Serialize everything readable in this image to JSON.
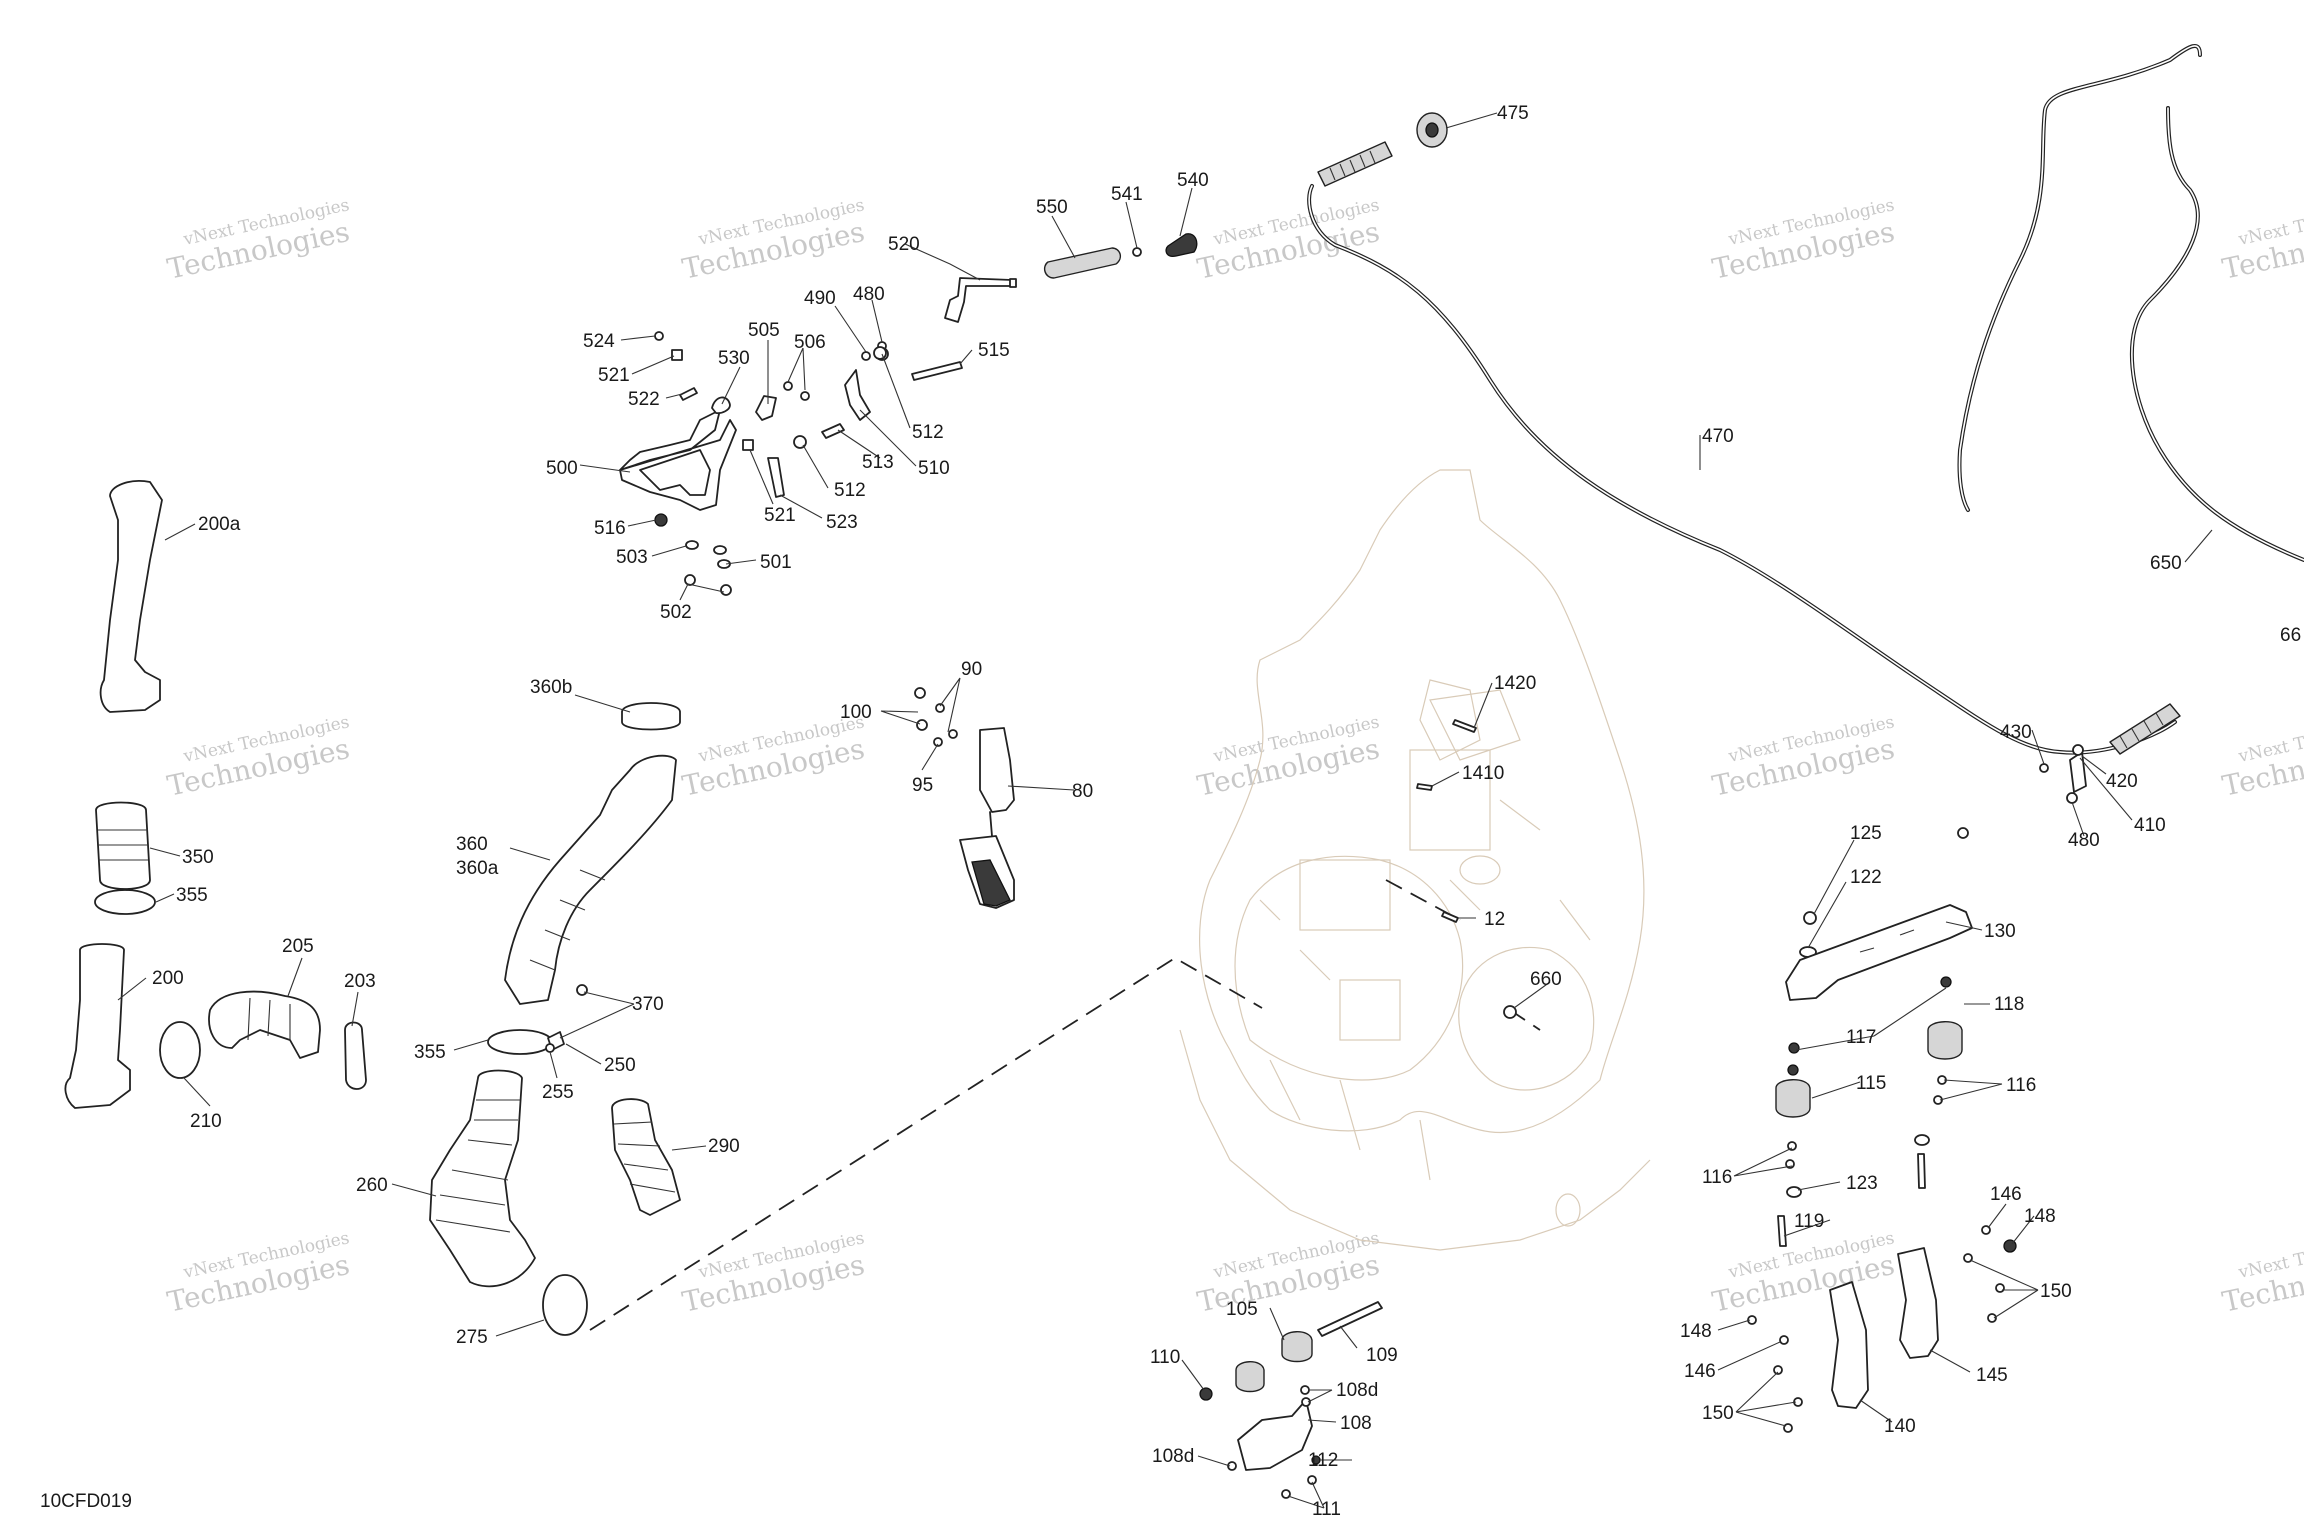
{
  "diagram": {
    "code": "10CFD019",
    "watermark": {
      "line1": "vNext Technologies",
      "line2": "Technologies"
    },
    "callouts": [
      {
        "id": "c475",
        "text": "475"
      },
      {
        "id": "c541",
        "text": "541"
      },
      {
        "id": "c540",
        "text": "540"
      },
      {
        "id": "c550",
        "text": "550"
      },
      {
        "id": "c520",
        "text": "520"
      },
      {
        "id": "c490",
        "text": "490"
      },
      {
        "id": "c480a",
        "text": "480"
      },
      {
        "id": "c524",
        "text": "524"
      },
      {
        "id": "c505",
        "text": "505"
      },
      {
        "id": "c506",
        "text": "506"
      },
      {
        "id": "c515",
        "text": "515"
      },
      {
        "id": "c521a",
        "text": "521"
      },
      {
        "id": "c530",
        "text": "530"
      },
      {
        "id": "c522",
        "text": "522"
      },
      {
        "id": "c512a",
        "text": "512"
      },
      {
        "id": "c513",
        "text": "513"
      },
      {
        "id": "c510",
        "text": "510"
      },
      {
        "id": "c500",
        "text": "500"
      },
      {
        "id": "c512b",
        "text": "512"
      },
      {
        "id": "c521b",
        "text": "521"
      },
      {
        "id": "c523",
        "text": "523"
      },
      {
        "id": "c516",
        "text": "516"
      },
      {
        "id": "c503",
        "text": "503"
      },
      {
        "id": "c501",
        "text": "501"
      },
      {
        "id": "c502",
        "text": "502"
      },
      {
        "id": "c470",
        "text": "470"
      },
      {
        "id": "c650",
        "text": "650"
      },
      {
        "id": "c66",
        "text": "66"
      },
      {
        "id": "c200a",
        "text": "200a"
      },
      {
        "id": "c360b",
        "text": "360b"
      },
      {
        "id": "c90",
        "text": "90"
      },
      {
        "id": "c100",
        "text": "100"
      },
      {
        "id": "c95",
        "text": "95"
      },
      {
        "id": "c80",
        "text": "80"
      },
      {
        "id": "c1420",
        "text": "1420"
      },
      {
        "id": "c1410",
        "text": "1410"
      },
      {
        "id": "c430",
        "text": "430"
      },
      {
        "id": "c420",
        "text": "420"
      },
      {
        "id": "c410",
        "text": "410"
      },
      {
        "id": "c480b",
        "text": "480"
      },
      {
        "id": "c350",
        "text": "350"
      },
      {
        "id": "c355a",
        "text": "355"
      },
      {
        "id": "c360",
        "text": "360"
      },
      {
        "id": "c360a",
        "text": "360a"
      },
      {
        "id": "c125",
        "text": "125"
      },
      {
        "id": "c122",
        "text": "122"
      },
      {
        "id": "c130",
        "text": "130"
      },
      {
        "id": "c12",
        "text": "12"
      },
      {
        "id": "c205",
        "text": "205"
      },
      {
        "id": "c203",
        "text": "203"
      },
      {
        "id": "c200",
        "text": "200"
      },
      {
        "id": "c660",
        "text": "660"
      },
      {
        "id": "c118",
        "text": "118"
      },
      {
        "id": "c370",
        "text": "370"
      },
      {
        "id": "c355b",
        "text": "355"
      },
      {
        "id": "c250",
        "text": "250"
      },
      {
        "id": "c117",
        "text": "117"
      },
      {
        "id": "c255",
        "text": "255"
      },
      {
        "id": "c115",
        "text": "115"
      },
      {
        "id": "c116a",
        "text": "116"
      },
      {
        "id": "c210",
        "text": "210"
      },
      {
        "id": "c290",
        "text": "290"
      },
      {
        "id": "c116b",
        "text": "116"
      },
      {
        "id": "c123",
        "text": "123"
      },
      {
        "id": "c260",
        "text": "260"
      },
      {
        "id": "c146a",
        "text": "146"
      },
      {
        "id": "c119",
        "text": "119"
      },
      {
        "id": "c148a",
        "text": "148"
      },
      {
        "id": "c150a",
        "text": "150"
      },
      {
        "id": "c105",
        "text": "105"
      },
      {
        "id": "c275",
        "text": "275"
      },
      {
        "id": "c110",
        "text": "110"
      },
      {
        "id": "c109",
        "text": "109"
      },
      {
        "id": "c148b",
        "text": "148"
      },
      {
        "id": "c146b",
        "text": "146"
      },
      {
        "id": "c145",
        "text": "145"
      },
      {
        "id": "c108d_a",
        "text": "108d"
      },
      {
        "id": "c150b",
        "text": "150"
      },
      {
        "id": "c108",
        "text": "108"
      },
      {
        "id": "c140",
        "text": "140"
      },
      {
        "id": "c108d_b",
        "text": "108d"
      },
      {
        "id": "c112",
        "text": "112"
      },
      {
        "id": "c111",
        "text": "111"
      }
    ]
  }
}
